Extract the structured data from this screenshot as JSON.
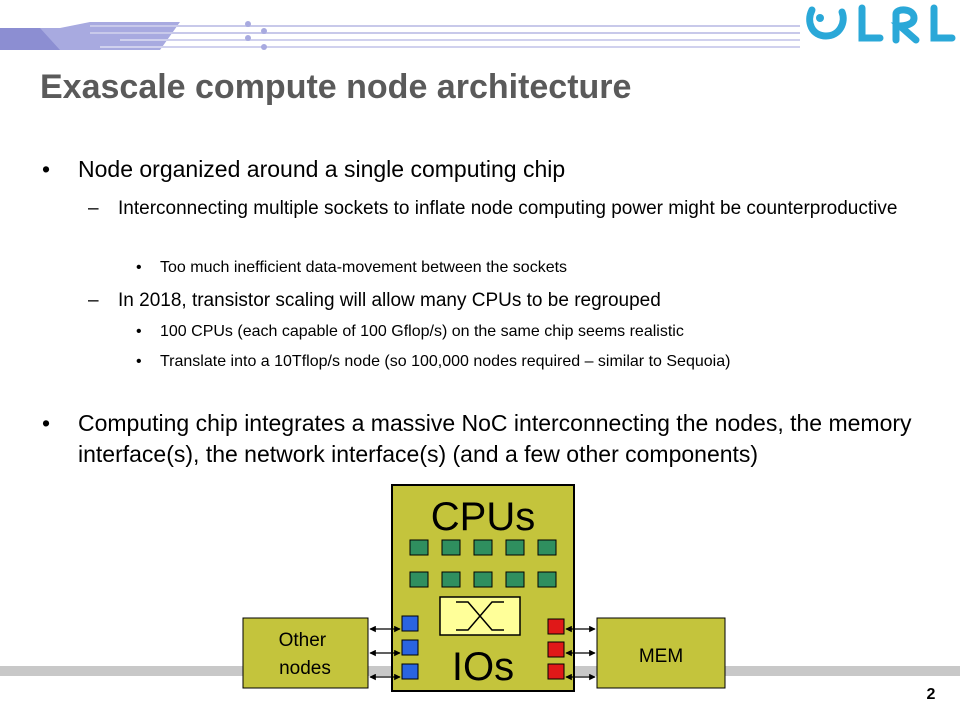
{
  "slide": {
    "title": "Exascale compute node architecture",
    "page_number": "2"
  },
  "bullets": [
    {
      "level": 1,
      "mark": "•",
      "text": "Node organized around a single computing chip"
    },
    {
      "level": 2,
      "mark": "–",
      "text": "Interconnecting multiple sockets to inflate node computing power might be counterproductive"
    },
    {
      "level": 3,
      "mark": "•",
      "text": "Too much inefficient data-movement between the sockets"
    },
    {
      "level": 2,
      "mark": "–",
      "text": "In 2018, transistor scaling will allow many CPUs to be regrouped"
    },
    {
      "level": 3,
      "mark": "•",
      "text": "100 CPUs (each capable of 100 Gflop/s) on the same chip seems realistic"
    },
    {
      "level": 3,
      "mark": "•",
      "text": "Translate into a 10Tflop/s node (so 100,000 nodes required – similar to Sequoia)"
    },
    {
      "level": 1,
      "mark": "•",
      "text": "Computing chip integrates a massive NoC interconnecting the nodes, the memory interface(s), the network interface(s) (and a few other components)"
    }
  ],
  "diagram": {
    "chip_top_label": "CPUs",
    "chip_bottom_label": "IOs",
    "left_box_label": "Other nodes",
    "right_box_label": "MEM",
    "colors": {
      "chip_fill": "#c4c43c",
      "cpu_core": "#2f8f5f",
      "noc_switch": "#ffff99",
      "left_io": "#2a64e0",
      "right_io": "#e01818"
    }
  },
  "logo": {
    "icon": "lrl-logo"
  }
}
